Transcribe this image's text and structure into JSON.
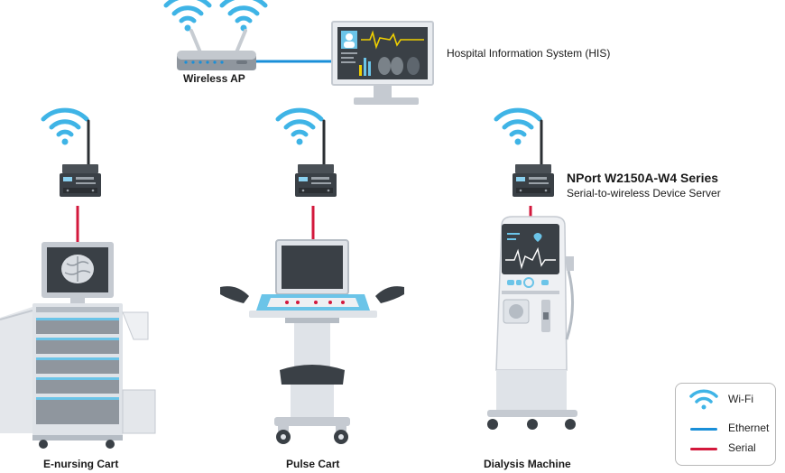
{
  "labels": {
    "wireless_ap": "Wireless AP",
    "his": "Hospital Information System (HIS)",
    "product_name": "NPort W2150A-W4 Series",
    "product_desc": "Serial-to-wireless Device Server",
    "cart1": "E-nursing Cart",
    "cart2": "Pulse Cart",
    "cart3": "Dialysis Machine"
  },
  "legend": {
    "wifi": "Wi-Fi",
    "ethernet": "Ethernet",
    "serial": "Serial"
  },
  "colors": {
    "wifi": "#3fb4e6",
    "ethernet": "#1a8fd8",
    "serial": "#d3183c",
    "device_body": "#3a4046",
    "equipment_light": "#e8ebef",
    "equipment_mid": "#c5cad1",
    "equipment_dark": "#6f7780",
    "accent_cyan": "#6bc4e8"
  },
  "icons": [
    "wifi-icon",
    "router-icon",
    "monitor-icon",
    "device-server-icon"
  ]
}
